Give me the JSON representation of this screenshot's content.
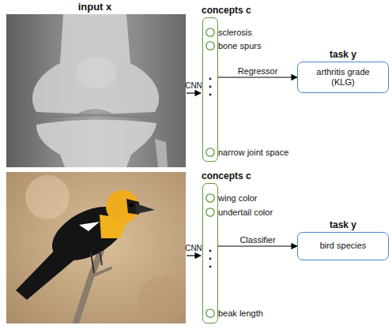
{
  "diagram": {
    "nodes": [
      {
        "text": [
          "concepts c"
        ]
      },
      {
        "text": [
          "sclerosis"
        ],
        "in": 0
      },
      {
        "text": [
          "bone spurs"
        ],
        "in": 0
      },
      {
        "text": [
          "narrow joint space"
        ],
        "in": 0
      },
      {
        "text": [
          "task y",
          "arthritis grade (KLG)"
        ]
      },
      {
        "text": [
          "concepts c"
        ]
      },
      {
        "text": [
          "wing color"
        ],
        "in": 5
      },
      {
        "text": [
          "undertail color"
        ],
        "in": 5
      },
      {
        "text": [
          "beak length"
        ],
        "in": 5
      },
      {
        "text": [
          "task y",
          "bird species"
        ]
      }
    ],
    "edges": [
      {
        "from": 0,
        "to": 4,
        "arrow": "to",
        "label": "Regressor"
      },
      {
        "from": 5,
        "to": 9,
        "arrow": "to",
        "label": "Classifier"
      }
    ],
    "labels": [
      "input x",
      "CNN",
      "CNN"
    ]
  }
}
